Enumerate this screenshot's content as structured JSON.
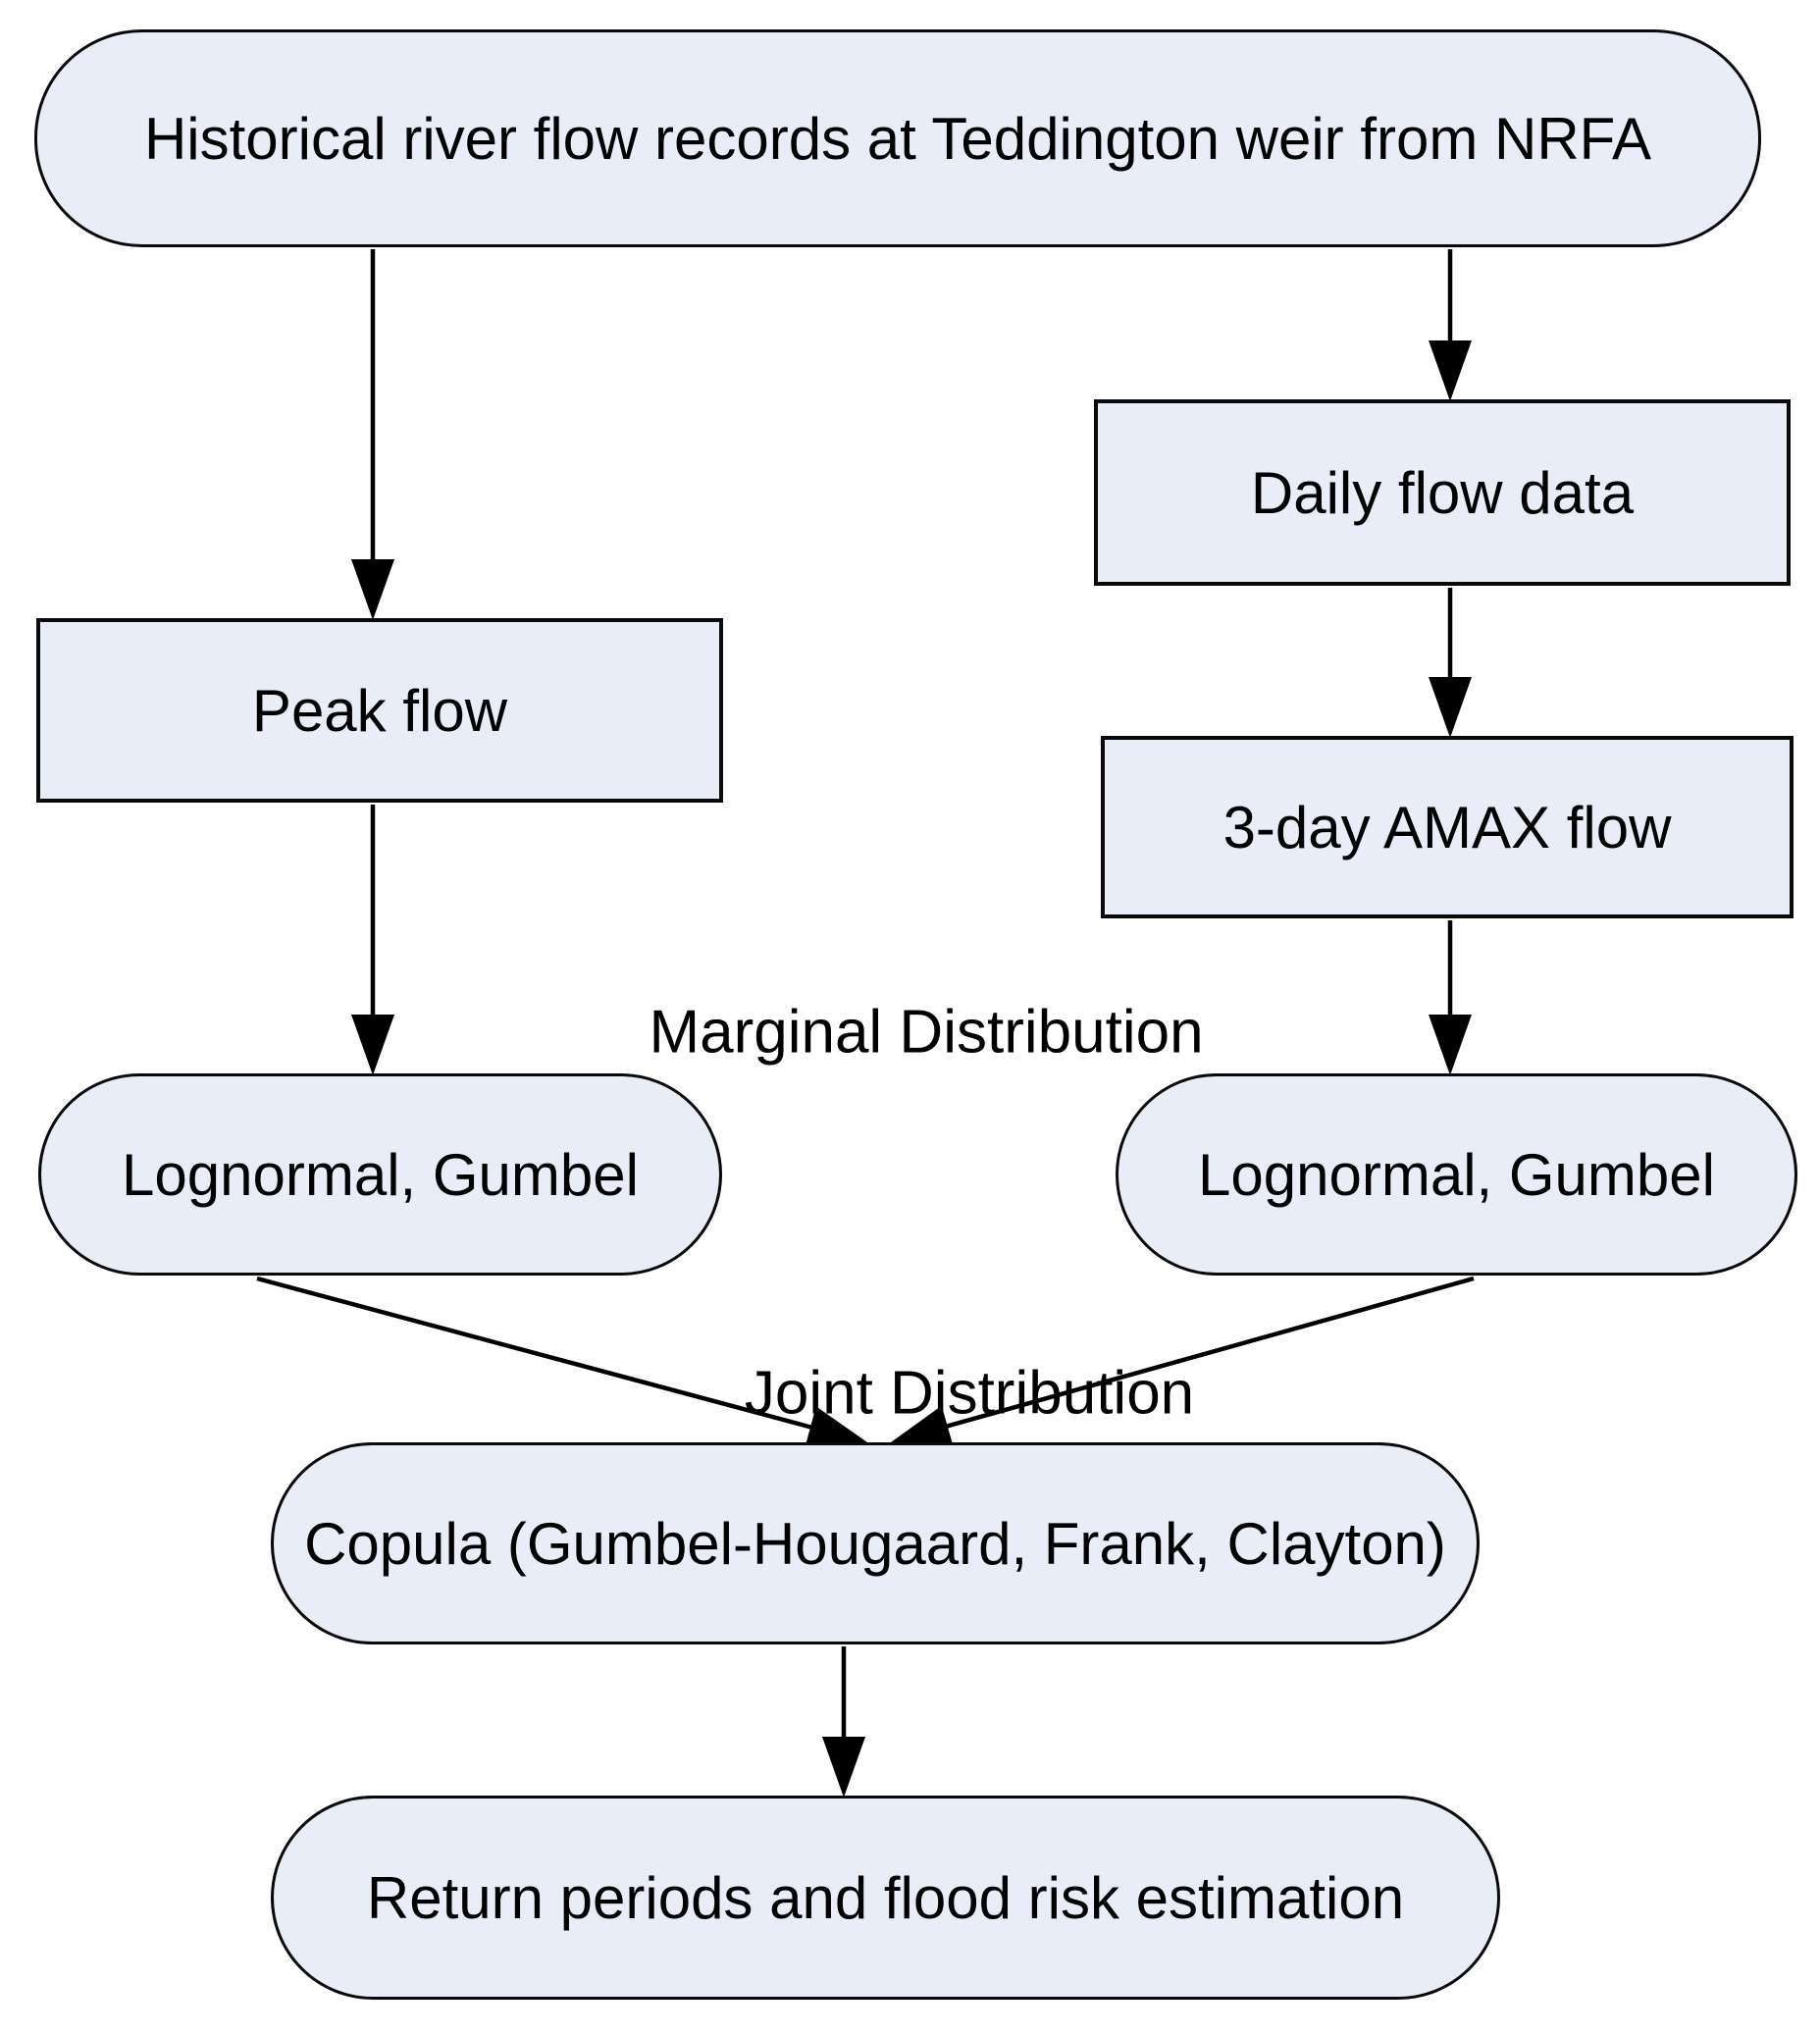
{
  "diagram": {
    "nodes": {
      "historical": "Historical river flow records at Teddington weir from NRFA",
      "peak_flow": "Peak flow",
      "daily_flow": "Daily flow data",
      "amax_flow": "3-day AMAX flow",
      "marginal_left": "Lognormal, Gumbel",
      "marginal_right": "Lognormal, Gumbel",
      "copula": "Copula (Gumbel-Hougaard, Frank, Clayton)",
      "result": "Return periods and flood risk estimation"
    },
    "labels": {
      "marginal": "Marginal Distribution",
      "joint": "Joint Distribution"
    },
    "colors": {
      "node_fill": "#E8EDF8",
      "node_border": "#0A0A0A",
      "arrow": "#000000",
      "text": "#000000",
      "background": "#FFFFFF"
    }
  }
}
